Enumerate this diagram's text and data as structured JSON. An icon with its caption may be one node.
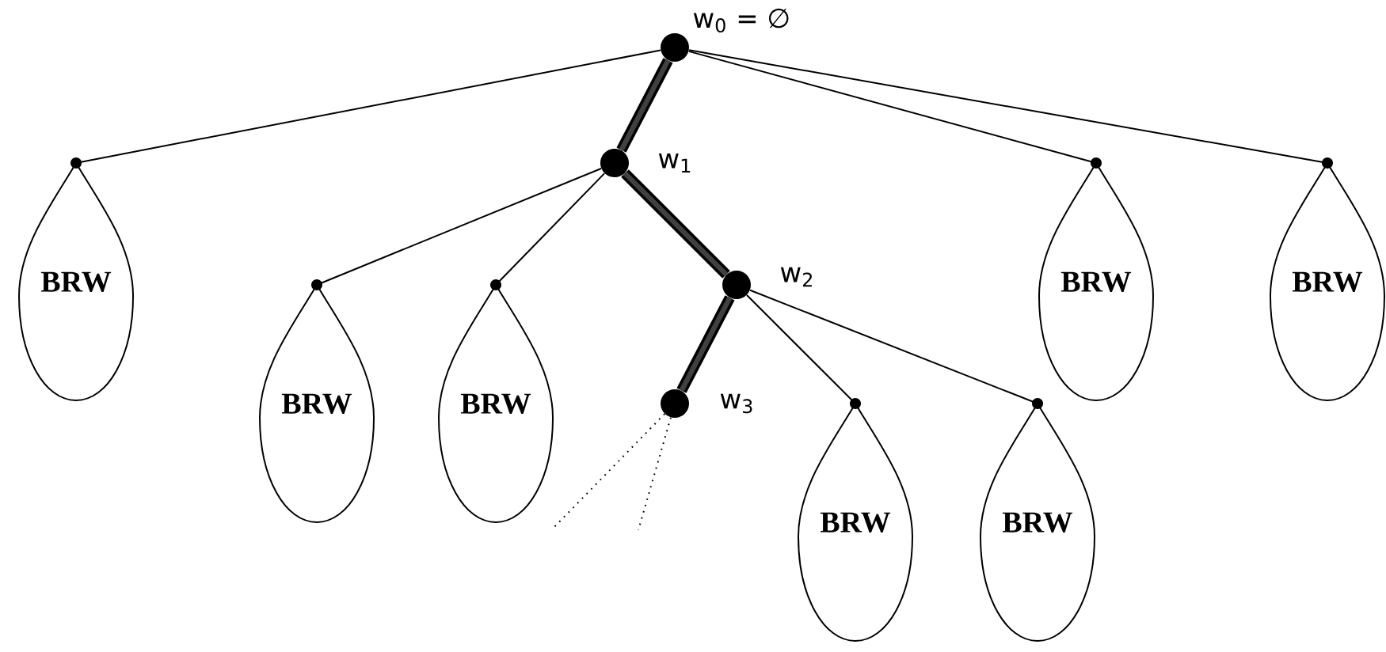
{
  "diagram": {
    "nodes": [
      {
        "text": [],
        "shape": "circle",
        "beside": [
          "w$_{0}$ = ∅"
        ]
      },
      {
        "text": [],
        "shape": "circle",
        "beside": [
          "w$_{1}$"
        ]
      },
      {
        "text": [],
        "shape": "circle",
        "beside": [
          "w$_{2}$"
        ]
      },
      {
        "text": [],
        "shape": "circle",
        "beside": [
          "w$_{3}$"
        ]
      },
      {
        "text": [
          "BRW"
        ]
      },
      {
        "text": [
          "BRW"
        ]
      },
      {
        "text": [
          "BRW"
        ]
      },
      {
        "text": [
          "BRW"
        ]
      },
      {
        "text": [
          "BRW"
        ]
      },
      {
        "text": [
          "BRW"
        ]
      },
      {
        "text": [
          "BRW"
        ]
      }
    ],
    "edges": [
      {
        "from": 0,
        "to": 4,
        "arrow": "none"
      },
      {
        "from": 0,
        "to": 1,
        "arrow": "none",
        "style": "thick"
      },
      {
        "from": 0,
        "to": 9,
        "arrow": "none"
      },
      {
        "from": 0,
        "to": 10,
        "arrow": "none"
      },
      {
        "from": 1,
        "to": 5,
        "arrow": "none"
      },
      {
        "from": 1,
        "to": 6,
        "arrow": "none"
      },
      {
        "from": 1,
        "to": 2,
        "arrow": "none",
        "style": "thick"
      },
      {
        "from": 2,
        "to": 3,
        "arrow": "none",
        "style": "thick"
      },
      {
        "from": 2,
        "to": 7,
        "arrow": "none"
      },
      {
        "from": 2,
        "to": 8,
        "arrow": "none"
      },
      {
        "from": 3,
        "to": null,
        "arrow": "none",
        "style": "dashed"
      },
      {
        "from": 3,
        "to": null,
        "arrow": "none",
        "style": "dashed"
      }
    ]
  }
}
